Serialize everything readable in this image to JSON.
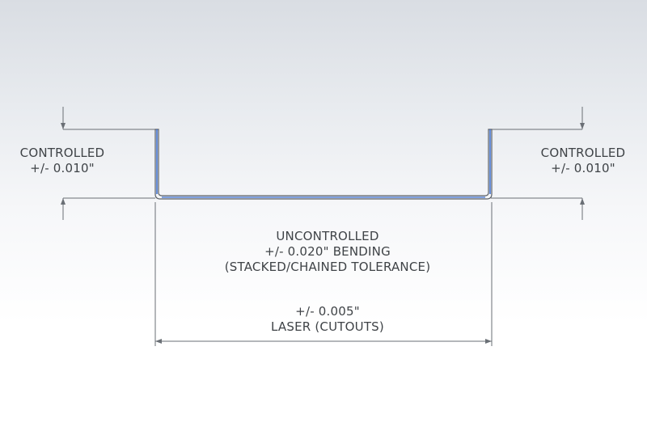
{
  "left_dimension": {
    "line1": "CONTROLLED",
    "line2": "+/- 0.010\""
  },
  "right_dimension": {
    "line1": "CONTROLLED",
    "line2": "+/- 0.010\""
  },
  "center_dimension": {
    "line1": "UNCONTROLLED",
    "line2": "+/- 0.020\" BENDING",
    "line3": "(STACKED/CHAINED TOLERANCE)"
  },
  "overall_dimension": {
    "line1": "+/- 0.005\"",
    "line2": "LASER (CUTOUTS)"
  },
  "colors": {
    "background_top": "#d9dde3",
    "part_edge": "#3b6fd1",
    "part_outline": "#5a5f66",
    "dimension_line": "#6a6f75",
    "text": "#3f4347"
  }
}
